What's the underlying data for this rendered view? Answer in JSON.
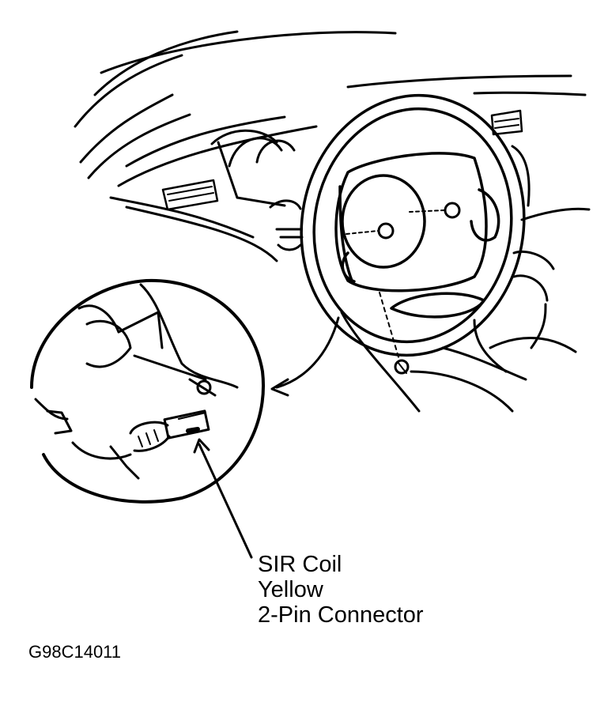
{
  "callout": {
    "line1": "SIR Coil",
    "line2": "Yellow",
    "line3": "2-Pin Connector"
  },
  "figure_id": "G98C14011"
}
